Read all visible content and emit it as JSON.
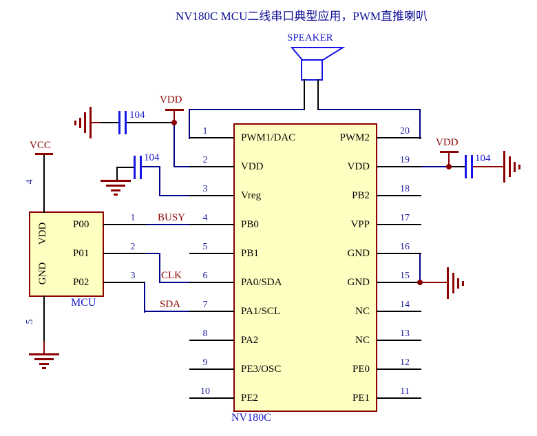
{
  "title": "NV180C MCU二线串口典型应用，PWM直推喇叭",
  "speaker": {
    "label": "SPEAKER"
  },
  "chip": {
    "name": "NV180C",
    "left_pins": [
      {
        "num": "1",
        "label": "PWM1/DAC"
      },
      {
        "num": "2",
        "label": "VDD"
      },
      {
        "num": "3",
        "label": "Vreg"
      },
      {
        "num": "4",
        "label": "PB0"
      },
      {
        "num": "5",
        "label": "PB1"
      },
      {
        "num": "6",
        "label": "PA0/SDA"
      },
      {
        "num": "7",
        "label": "PA1/SCL"
      },
      {
        "num": "8",
        "label": "PA2"
      },
      {
        "num": "9",
        "label": "PE3/OSC"
      },
      {
        "num": "10",
        "label": "PE2"
      }
    ],
    "right_pins": [
      {
        "num": "20",
        "label": "PWM2"
      },
      {
        "num": "19",
        "label": "VDD"
      },
      {
        "num": "18",
        "label": "PB2"
      },
      {
        "num": "17",
        "label": "VPP"
      },
      {
        "num": "16",
        "label": "GND"
      },
      {
        "num": "15",
        "label": "GND"
      },
      {
        "num": "14",
        "label": "NC"
      },
      {
        "num": "13",
        "label": "NC"
      },
      {
        "num": "12",
        "label": "PE0"
      },
      {
        "num": "11",
        "label": "PE1"
      }
    ]
  },
  "mcu": {
    "name": "MCU",
    "pins": [
      {
        "num": "1",
        "label": "P00"
      },
      {
        "num": "2",
        "label": "P01"
      },
      {
        "num": "3",
        "label": "P02"
      }
    ],
    "side_labels": [
      "VDD",
      "GND"
    ],
    "top_pin_num": "4",
    "bottom_pin_num": "5"
  },
  "net_labels": {
    "busy": "BUSY",
    "clk": "CLK",
    "sda": "SDA"
  },
  "power_labels": {
    "vcc": "VCC",
    "vdd_top": "VDD",
    "vdd_right": "VDD"
  },
  "capacitors": [
    {
      "value": "104"
    },
    {
      "value": "104"
    },
    {
      "value": "104"
    }
  ],
  "colors": {
    "wire_net": "#00008B",
    "wire_lead": "#000000",
    "component_outline": "#8B0000",
    "chip_fill": "#FFFFC2",
    "blue_label": "#1A1ACC",
    "maroon_label": "#8B0000",
    "speaker_blue": "#1414E6",
    "title_text": "#0D0D96",
    "pin_number": "#1F1F9E"
  }
}
